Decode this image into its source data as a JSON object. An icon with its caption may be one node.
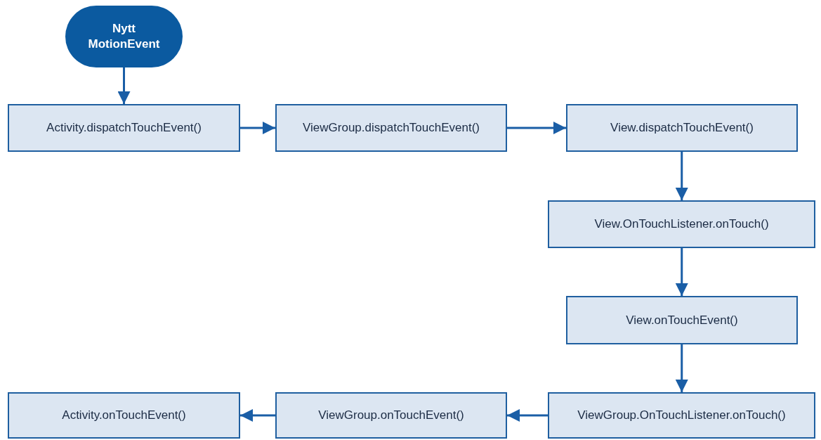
{
  "diagram": {
    "nodes": [
      {
        "text": [
          "Nytt MotionEvent"
        ]
      },
      {
        "text": [
          "Activity.dispatchTouchEvent()"
        ]
      },
      {
        "text": [
          "ViewGroup.dispatchTouchEvent()"
        ]
      },
      {
        "text": [
          "View.dispatchTouchEvent()"
        ]
      },
      {
        "text": [
          "View.OnTouchListener.onTouch()"
        ]
      },
      {
        "text": [
          "View.onTouchEvent()"
        ]
      },
      {
        "text": [
          "ViewGroup.OnTouchListener.onTouch()"
        ]
      },
      {
        "text": [
          "ViewGroup.onTouchEvent()"
        ]
      },
      {
        "text": [
          "Activity.onTouchEvent()"
        ]
      }
    ],
    "edges": [
      {
        "from": 0,
        "to": 1,
        "arrow": "to"
      },
      {
        "from": 1,
        "to": 2,
        "arrow": "to"
      },
      {
        "from": 2,
        "to": 3,
        "arrow": "to"
      },
      {
        "from": 3,
        "to": 4,
        "arrow": "to"
      },
      {
        "from": 4,
        "to": 5,
        "arrow": "to"
      },
      {
        "from": 5,
        "to": 6,
        "arrow": "to"
      },
      {
        "from": 6,
        "to": 7,
        "arrow": "to"
      },
      {
        "from": 7,
        "to": 8,
        "arrow": "to"
      }
    ]
  }
}
